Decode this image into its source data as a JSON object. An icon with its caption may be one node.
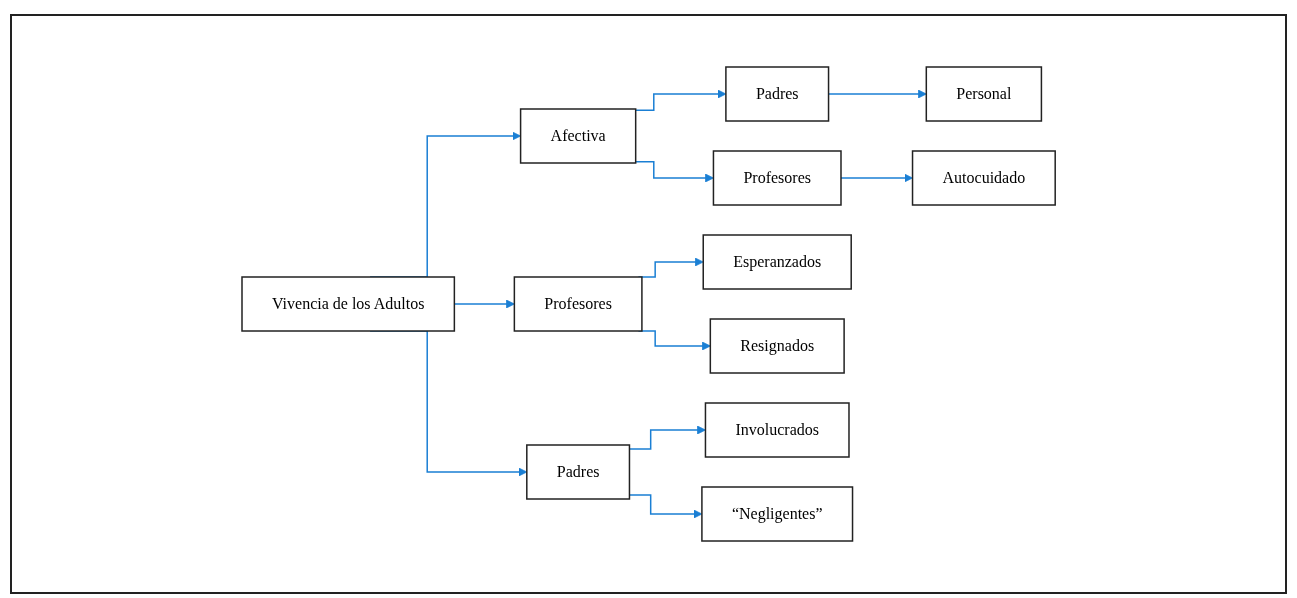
{
  "diagram": {
    "nodes": [
      {
        "text": [
          "Vivencia de los Adultos"
        ]
      },
      {
        "text": [
          "Afectiva"
        ]
      },
      {
        "text": [
          "Padres"
        ]
      },
      {
        "text": [
          "Profesores"
        ]
      },
      {
        "text": [
          "Personal"
        ]
      },
      {
        "text": [
          "Autocuidado"
        ]
      },
      {
        "text": [
          "Profesores"
        ]
      },
      {
        "text": [
          "Padres"
        ]
      },
      {
        "text": [
          "Esperanzados"
        ]
      },
      {
        "text": [
          "Resignados"
        ]
      },
      {
        "text": [
          "Involucrados"
        ]
      },
      {
        "text": [
          "“Negligentes”"
        ]
      }
    ],
    "edges": [
      {
        "from": 0,
        "to": 1,
        "arrow": "to"
      },
      {
        "from": 1,
        "to": 2,
        "arrow": "to"
      },
      {
        "from": 1,
        "to": 3,
        "arrow": "to"
      },
      {
        "from": 2,
        "to": 4,
        "arrow": "to"
      },
      {
        "from": 3,
        "to": 5,
        "arrow": "to"
      },
      {
        "from": 0,
        "to": 6,
        "arrow": "to"
      },
      {
        "from": 0,
        "to": 7,
        "arrow": "to"
      },
      {
        "from": 6,
        "to": 8,
        "arrow": "to"
      },
      {
        "from": 6,
        "to": 9,
        "arrow": "to"
      },
      {
        "from": 7,
        "to": 10,
        "arrow": "to"
      },
      {
        "from": 7,
        "to": 11,
        "arrow": "to"
      }
    ]
  }
}
